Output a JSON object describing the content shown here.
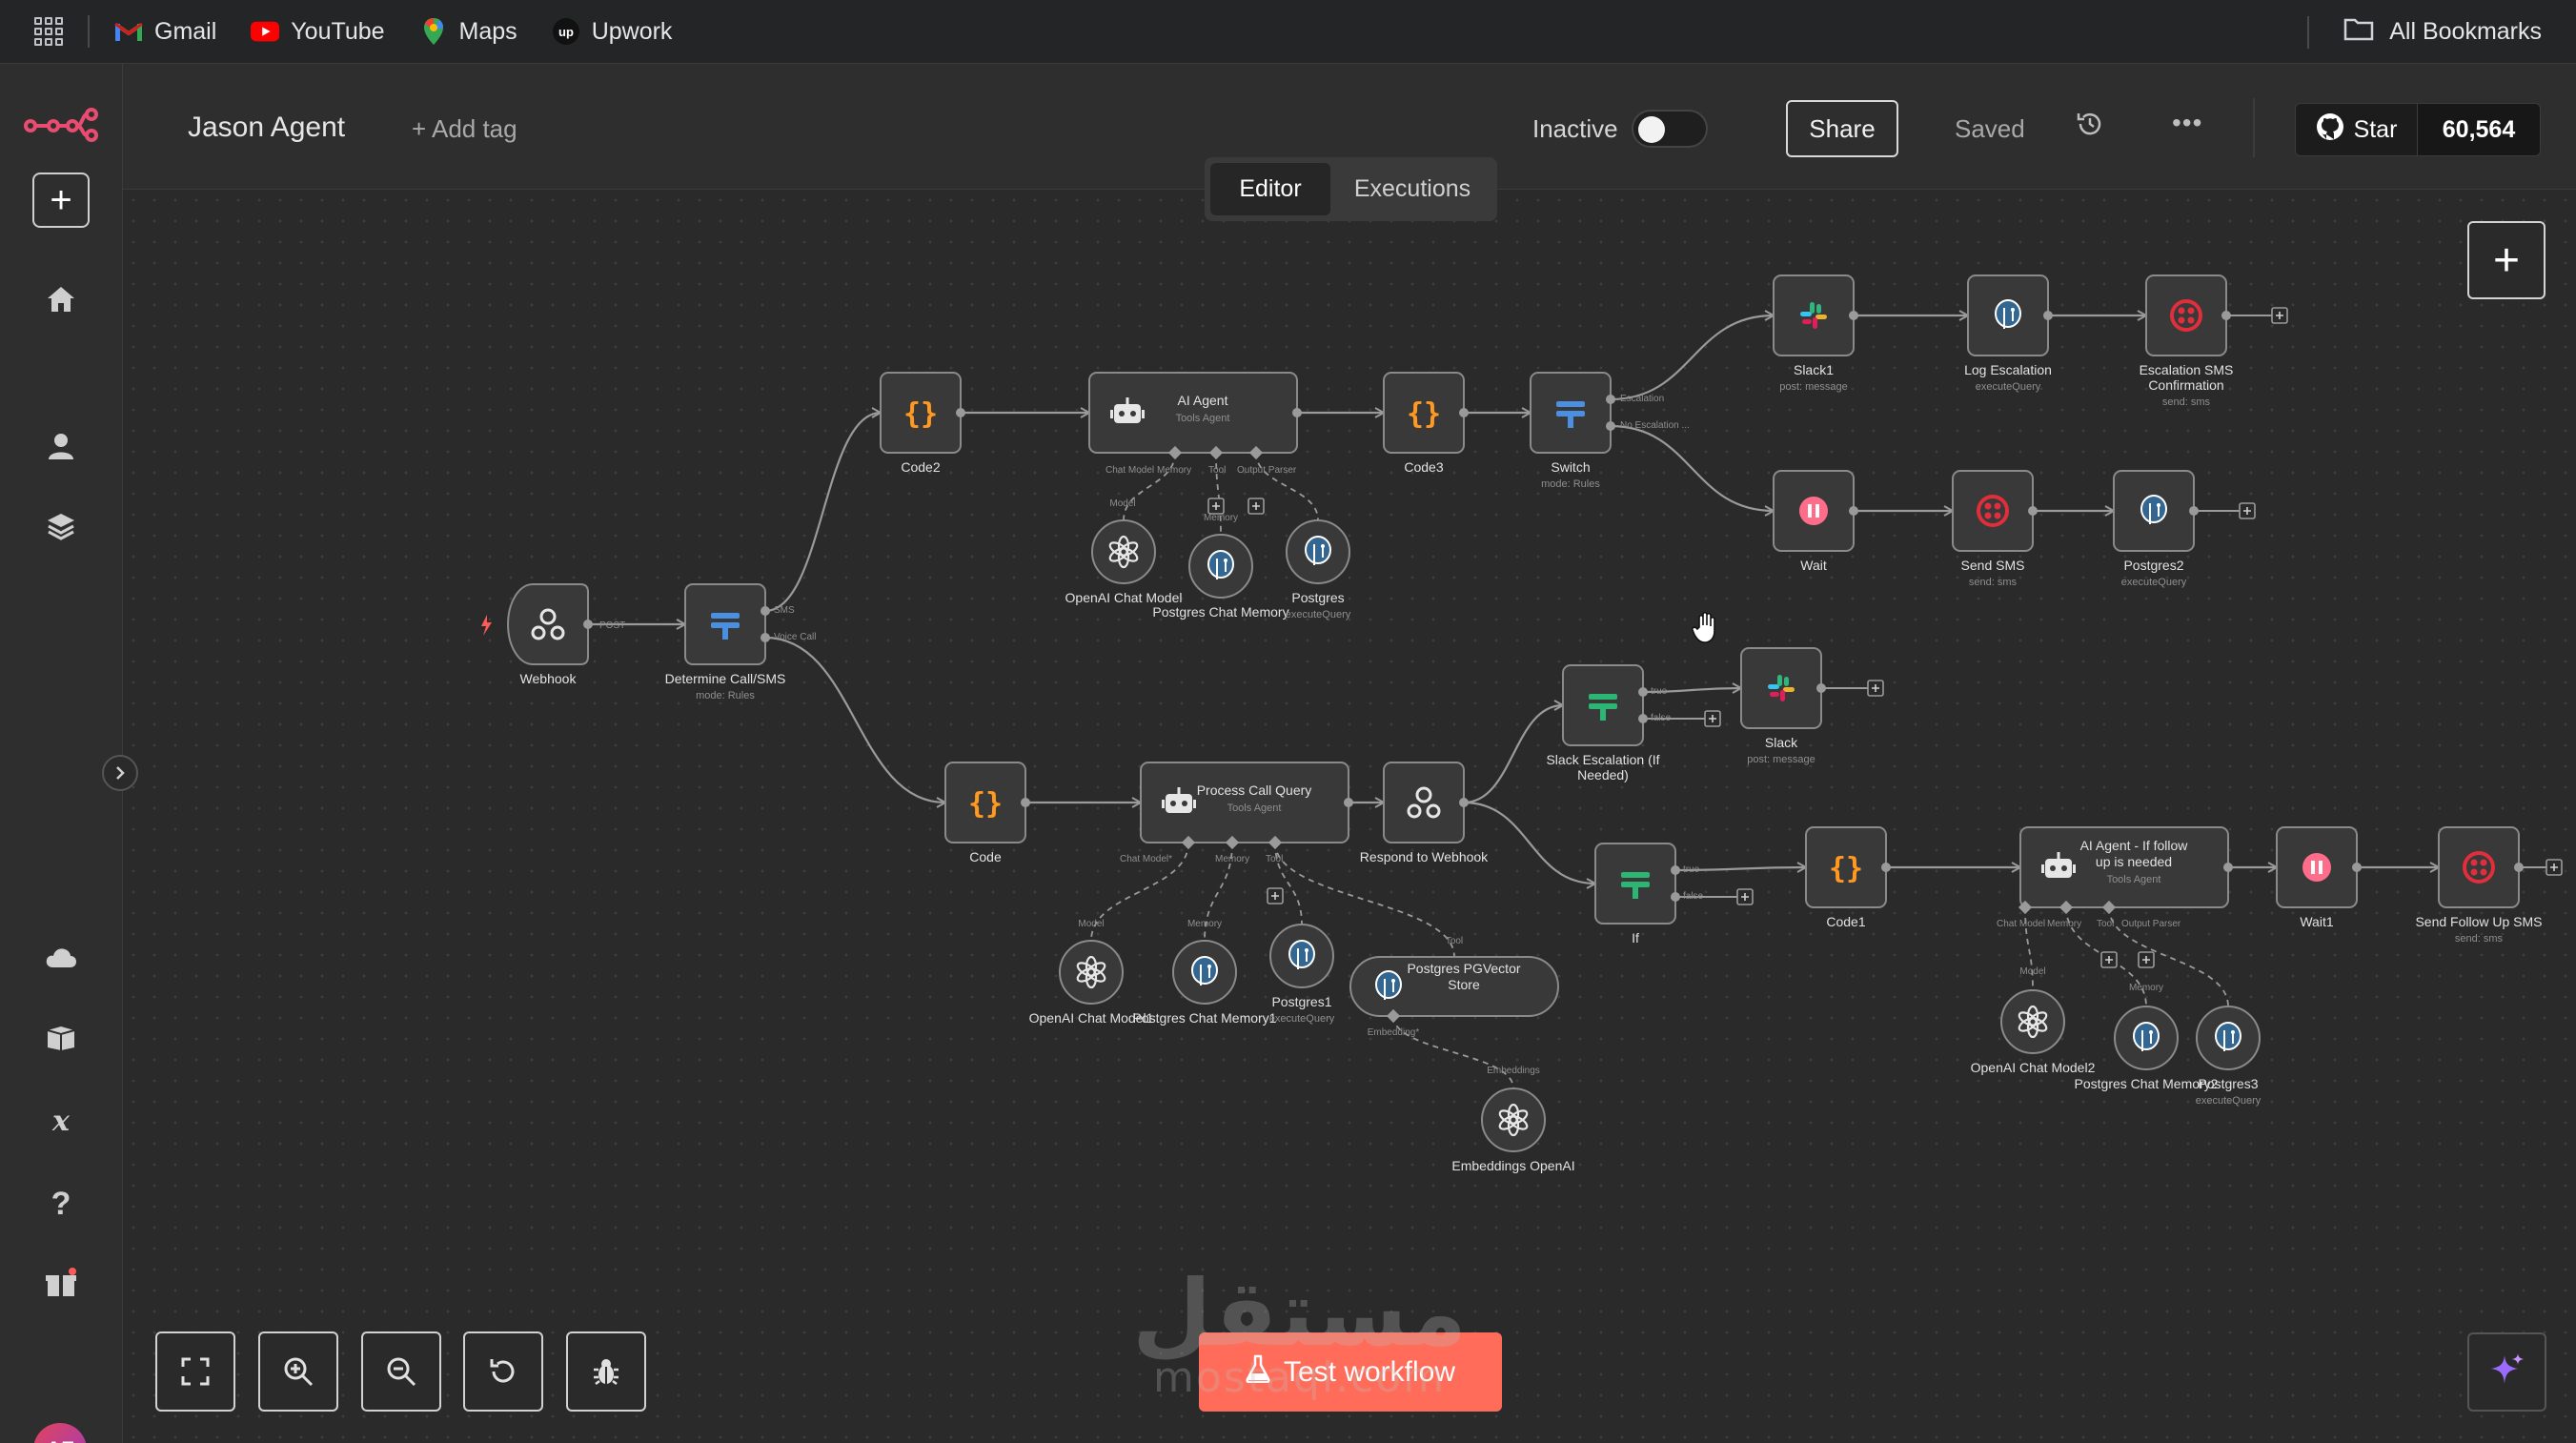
{
  "bookmarks": {
    "items": [
      {
        "label": "Gmail",
        "icon": "gmail-icon"
      },
      {
        "label": "YouTube",
        "icon": "youtube-icon"
      },
      {
        "label": "Maps",
        "icon": "maps-icon"
      },
      {
        "label": "Upwork",
        "icon": "upwork-icon"
      }
    ],
    "all_bookmarks": "All Bookmarks"
  },
  "sidebar": {
    "logo": "n8n-logo",
    "avatar_initials": "AF"
  },
  "header": {
    "workflow_name": "Jason Agent",
    "add_tag": "+ Add tag",
    "status_label": "Inactive",
    "share": "Share",
    "saved": "Saved",
    "more": "•••",
    "github_star": "Star",
    "github_count": "60,564"
  },
  "tabs": [
    {
      "label": "Editor",
      "active": true
    },
    {
      "label": "Executions",
      "active": false
    }
  ],
  "controls": {
    "test_workflow": "Test workflow"
  },
  "watermark": {
    "arabic": "مستقل",
    "latin": "mostaql.com"
  },
  "colors": {
    "accent": "#ff6d5a",
    "node_bg": "#393939",
    "edge": "#9a9a9a",
    "code": "#ff9922",
    "switch": "#4a90e2",
    "if": "#2bb673",
    "twilio": "#e02e3c",
    "postgres": "#336791",
    "wait": "#ff6d8a"
  },
  "workflow": {
    "nodes": [
      {
        "id": "webhook",
        "label": "Webhook",
        "sub": "",
        "icon": "webhook"
      },
      {
        "id": "determine",
        "label": "Determine Call/SMS",
        "sub": "mode: Rules",
        "icon": "switch"
      },
      {
        "id": "code2",
        "label": "Code2",
        "sub": "",
        "icon": "code"
      },
      {
        "id": "aiagent",
        "label": "AI Agent",
        "sub": "Tools Agent",
        "icon": "robot"
      },
      {
        "id": "code3",
        "label": "Code3",
        "sub": "",
        "icon": "code"
      },
      {
        "id": "switch",
        "label": "Switch",
        "sub": "mode: Rules",
        "icon": "switch"
      },
      {
        "id": "slack1",
        "label": "Slack1",
        "sub": "post: message",
        "icon": "slack"
      },
      {
        "id": "logesc",
        "label": "Log Escalation",
        "sub": "executeQuery",
        "icon": "postgres"
      },
      {
        "id": "escsms",
        "label": "Escalation SMS Confirmation",
        "sub": "send: sms",
        "icon": "twilio"
      },
      {
        "id": "wait",
        "label": "Wait",
        "sub": "",
        "icon": "wait"
      },
      {
        "id": "sendsms",
        "label": "Send SMS",
        "sub": "send: sms",
        "icon": "twilio"
      },
      {
        "id": "postgres2",
        "label": "Postgres2",
        "sub": "executeQuery",
        "icon": "postgres"
      },
      {
        "id": "openai",
        "label": "OpenAI Chat Model",
        "sub": "",
        "icon": "openai"
      },
      {
        "id": "pgmem",
        "label": "Postgres Chat Memory",
        "sub": "",
        "icon": "postgres"
      },
      {
        "id": "postgres",
        "label": "Postgres",
        "sub": "executeQuery",
        "icon": "postgres"
      },
      {
        "id": "code",
        "label": "Code",
        "sub": "",
        "icon": "code"
      },
      {
        "id": "pcq",
        "label": "Process Call Query",
        "sub": "Tools Agent",
        "icon": "robot"
      },
      {
        "id": "respond",
        "label": "Respond to Webhook",
        "sub": "",
        "icon": "webhook"
      },
      {
        "id": "openai1",
        "label": "OpenAI Chat Model1",
        "sub": "",
        "icon": "openai"
      },
      {
        "id": "pgmem1",
        "label": "Postgres Chat Memory1",
        "sub": "",
        "icon": "postgres"
      },
      {
        "id": "postgres1",
        "label": "Postgres1",
        "sub": "executeQuery",
        "icon": "postgres"
      },
      {
        "id": "pgvector",
        "label": "Postgres PGVector Store",
        "sub": "",
        "icon": "postgres"
      },
      {
        "id": "embed",
        "label": "Embeddings OpenAI",
        "sub": "",
        "icon": "openai"
      },
      {
        "id": "slackesc",
        "label": "Slack Escalation (If Needed)",
        "sub": "",
        "icon": "if"
      },
      {
        "id": "slack",
        "label": "Slack",
        "sub": "post: message",
        "icon": "slack"
      },
      {
        "id": "if",
        "label": "If",
        "sub": "",
        "icon": "if"
      },
      {
        "id": "code1",
        "label": "Code1",
        "sub": "",
        "icon": "code"
      },
      {
        "id": "aifollow",
        "label": "AI Agent - If follow up is needed",
        "sub": "Tools Agent",
        "icon": "robot"
      },
      {
        "id": "wait1",
        "label": "Wait1",
        "sub": "",
        "icon": "wait"
      },
      {
        "id": "sendfollow",
        "label": "Send Follow Up SMS",
        "sub": "send: sms",
        "icon": "twilio"
      },
      {
        "id": "openai2",
        "label": "OpenAI Chat Model2",
        "sub": "",
        "icon": "openai"
      },
      {
        "id": "pgmem2",
        "label": "Postgres Chat Memory2",
        "sub": "",
        "icon": "postgres"
      },
      {
        "id": "postgres3",
        "label": "Postgres3",
        "sub": "executeQuery",
        "icon": "postgres"
      }
    ],
    "port_labels": {
      "post": "POST",
      "sms": "SMS",
      "voice": "Voice Call",
      "escalation": "Escalation",
      "noesc": "No Escalation ...",
      "true": "true",
      "false": "false",
      "chat_model": "Chat Model",
      "chat_model_req": "Chat Model*",
      "memory": "Memory",
      "tool": "Tool",
      "output_parser": "Output Parser",
      "model": "Model",
      "embedding": "Embedding*",
      "embeddings": "Embeddings"
    }
  }
}
